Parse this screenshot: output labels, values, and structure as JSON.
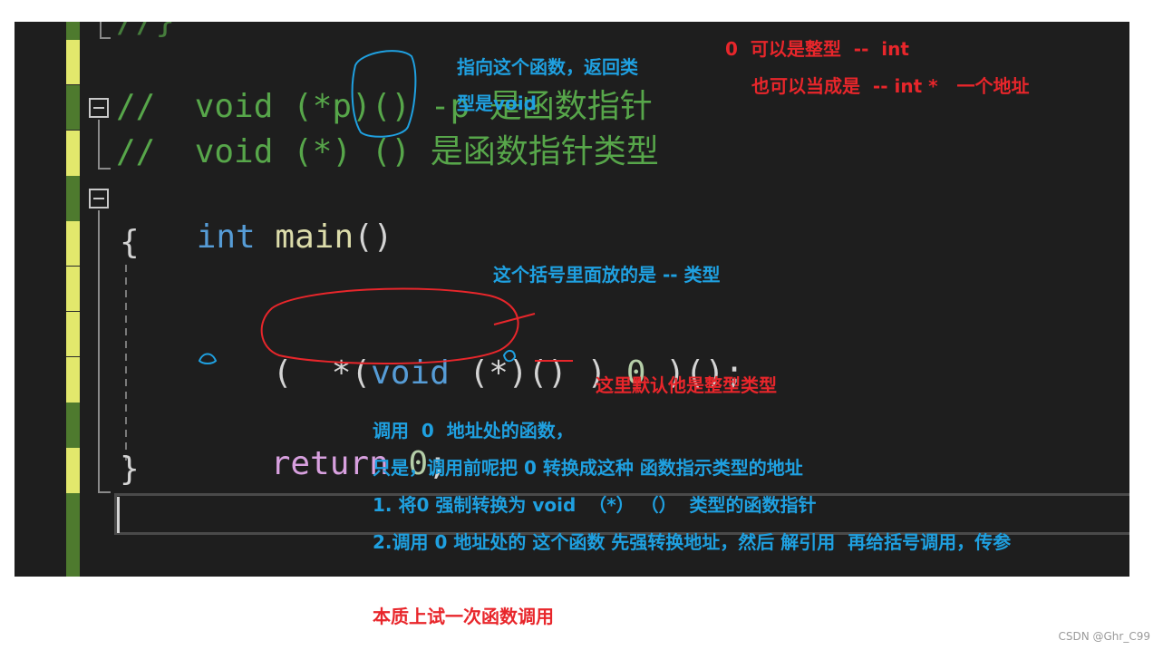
{
  "code": {
    "line0": "//}",
    "line1_comment": "//  void (*p)() -p 是函数指针",
    "line2_comment": "//  void (*) () 是函数指针类型",
    "line3_kw": "int",
    "line3_fn": "main",
    "line3_paren": "()",
    "line4_brace_open": "{",
    "line6_open": "(  *(",
    "line6_void": "void",
    "line6_star": " (*)()",
    "line6_close": " )",
    "line6_zero": "0",
    "line6_tail": " )();",
    "line8_return": "return",
    "line8_zero": "0",
    "line8_semi": ";",
    "line9_brace_close": "}"
  },
  "notes": {
    "top_blue_1": "指向这个函数，返回类",
    "top_blue_2": "型是void",
    "top_red_1": "0  可以是整型  --  int",
    "top_red_2": "也可以当成是  -- int *   一个地址",
    "mid_blue": "这个括号里面放的是 -- 类型",
    "mid_red": "这里默认他是整型类型",
    "bottom_blue_1": "调用  0  地址处的函数，",
    "bottom_blue_2": "只是，调用前呢把 0 转换成这种 函数指示类型的地址",
    "bottom_blue_3": "1. 将0 强制转换为 void  （*） （）  类型的函数指针",
    "bottom_blue_4": "2.调用 0 地址处的 这个函数 先强转换地址，然后 解引用  再给括号调用，传参",
    "bottom_red": "本质上试一次函数调用"
  },
  "watermark": "CSDN @Ghr_C99",
  "colors": {
    "editor_bg": "#1e1e1e",
    "gutter_green": "#4e7a2e",
    "gutter_yellow": "#e2e86c",
    "comment": "#57a64a",
    "keyword": "#569cd6",
    "note_blue": "#1fa0e0",
    "note_red": "#e8262b"
  }
}
